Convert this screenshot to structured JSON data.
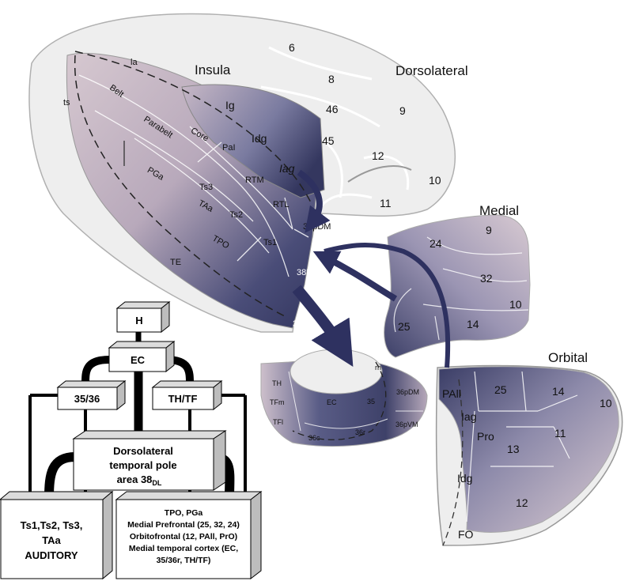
{
  "section_titles": {
    "insula": "Insula",
    "dorsolateral": "Dorsolateral",
    "medial": "Medial",
    "orbital": "Orbital"
  },
  "lateral_view": {
    "sulcus_labels": [
      "la",
      "ts"
    ],
    "auditory_areas": [
      "Belt",
      "Parabelt",
      "Core",
      "PaI"
    ],
    "temporal_areas": [
      "PGa",
      "Ts3",
      "TAa",
      "Ts2",
      "Ts1",
      "TPO",
      "TE"
    ],
    "insular_areas": [
      "Ig",
      "Idg",
      "Iag",
      "RTM",
      "RTL"
    ],
    "pole_areas": [
      "36pDM",
      "38DL",
      "38VL"
    ],
    "frontal_areas": [
      "6",
      "8",
      "46",
      "45",
      "9",
      "12",
      "10",
      "11"
    ]
  },
  "medial_view": {
    "areas": [
      "9",
      "24",
      "32",
      "10",
      "25",
      "14"
    ]
  },
  "medial_temporal_view": {
    "areas": [
      "TH",
      "TFm",
      "TFl",
      "EC",
      "35",
      "rh",
      "36pDM",
      "36c",
      "36r",
      "36pVM"
    ]
  },
  "orbital_view": {
    "areas": [
      "PAll",
      "25",
      "14",
      "10",
      "Iag",
      "Pro",
      "11",
      "13",
      "Idg",
      "12",
      "FO"
    ]
  },
  "schematic": {
    "h": "H",
    "ec": "EC",
    "perirhinal": "35/36",
    "parahippocampal": "TH/TF",
    "center_line1": "Dorsolateral",
    "center_line2": "temporal pole",
    "center_line3": "area 38",
    "center_subscript": "DL",
    "left_box": [
      "Ts1,Ts2, Ts3,",
      "TAa",
      "AUDITORY"
    ],
    "right_box": [
      "TPO, PGa",
      "Medial Prefrontal (25, 32, 24)",
      "Orbitofrontal (12, PAll, PrO)",
      "Medial temporal cortex (EC,",
      "35/36r, TH/TF)"
    ]
  },
  "colors": {
    "dark_region": "#3c3f68",
    "light_region": "#d4c6cf",
    "arrow": "#2e3160",
    "outline": "#a9a9a9",
    "box_fill": "#ffffff",
    "connector": "#000000"
  }
}
